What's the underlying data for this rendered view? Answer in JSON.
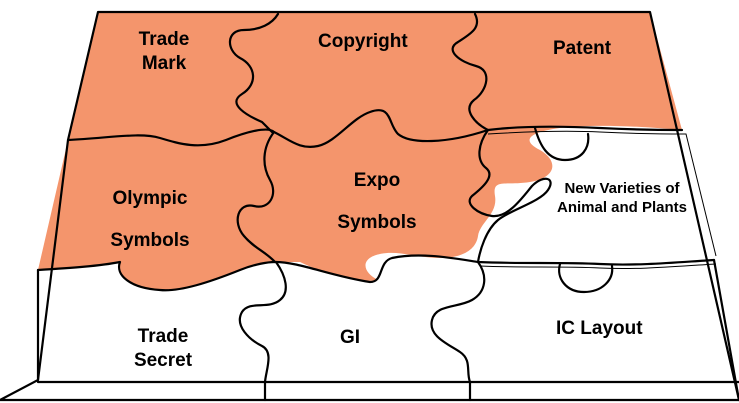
{
  "pieces": {
    "trade_mark": {
      "line1": "Trade",
      "line2": "Mark",
      "highlighted": true
    },
    "copyright": {
      "label": "Copyright",
      "highlighted": true
    },
    "patent": {
      "label": "Patent",
      "highlighted": true
    },
    "olympic_symbols": {
      "line1": "Olympic",
      "line2": "Symbols",
      "highlighted": true
    },
    "expo_symbols": {
      "line1": "Expo",
      "line2": "Symbols",
      "highlighted": true
    },
    "new_varieties": {
      "line1": "New Varieties of",
      "line2": "Animal and Plants",
      "highlighted": false
    },
    "trade_secret": {
      "line1": "Trade",
      "line2": "Secret",
      "highlighted": false
    },
    "gi": {
      "label": "GI",
      "highlighted": false
    },
    "ic_layout": {
      "label": "IC Layout",
      "highlighted": false
    }
  },
  "colors": {
    "highlight": "#f4956c",
    "plain": "#ffffff",
    "outline": "#000000"
  }
}
